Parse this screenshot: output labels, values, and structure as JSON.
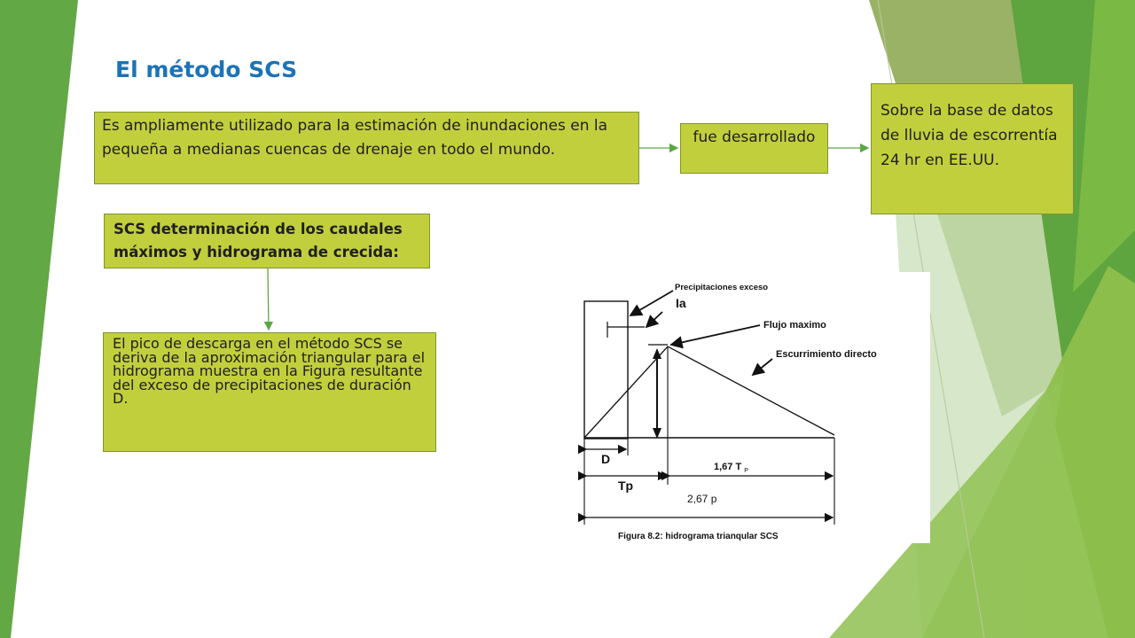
{
  "slide": {
    "title": "El método SCS",
    "intro_box": "Es ampliamente utilizado para la estimación de inundaciones en la pequeña a medianas cuencas de drenaje en todo el mundo.",
    "developed_box": "fue desarrollado",
    "database_box": "Sobre la base de datos de lluvia de escorrentía 24 hr en EE.UU.",
    "heading_box": "SCS determinación de los caudales máximos y hidrograma de crecida:",
    "peak_box": "El pico de descarga en el método SCS se deriva de la aproximación triangular para el hidrograma muestra en la Figura resultante del exceso de precipitaciones de duración D."
  },
  "figure": {
    "label_precip": "Precipitaciones exceso",
    "label_ia": "Ia",
    "label_peak": "Flujo maximo",
    "label_runoff": "Escurrimiento directo",
    "label_d": "D",
    "label_167": "1,67 T",
    "label_167_sub": "P",
    "label_tp": "Tp",
    "label_267": "2,67 p",
    "caption": "Figura 8.2: hidrograma trianqular SCS"
  },
  "colors": {
    "title": "#1b73b8",
    "box_fill": "#c2cf3d",
    "box_border": "#7d9435",
    "connector": "#5aa646",
    "green_dark": "#58a03f",
    "green_light": "#8cc04f"
  }
}
